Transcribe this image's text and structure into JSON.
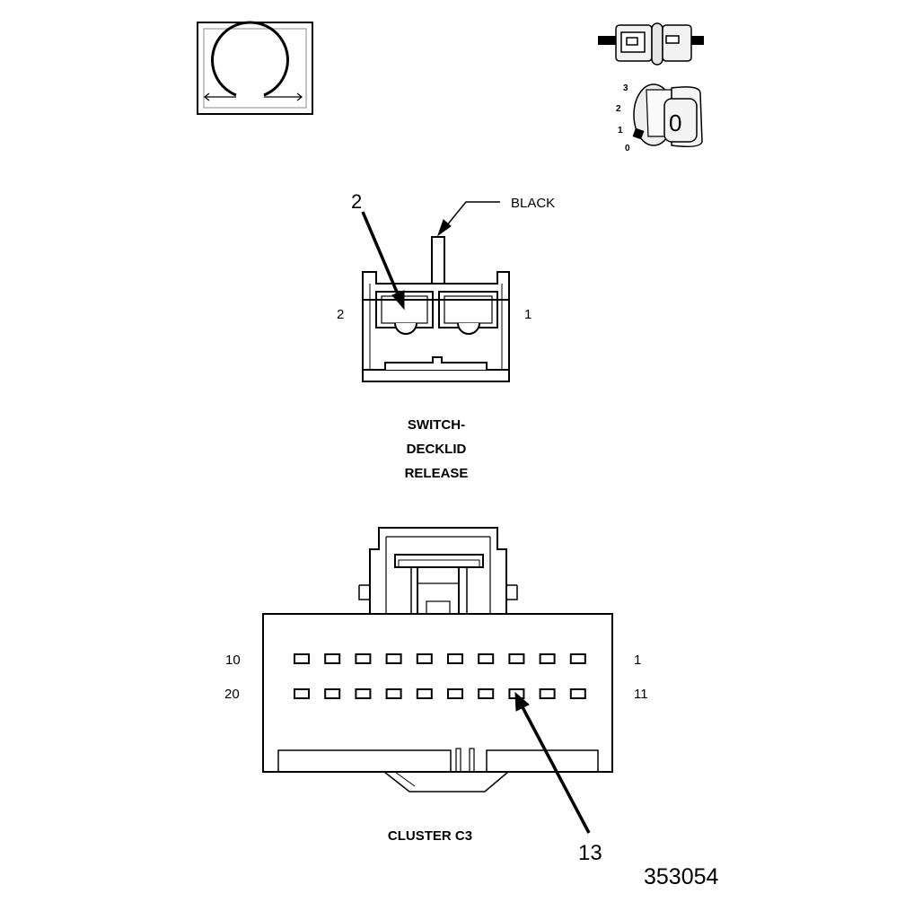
{
  "symbols": {
    "ohmmeter": "ohm-symbol-icon",
    "ignition_switch": "ignition-switch-icon",
    "key_positions": [
      "3",
      "2",
      "1",
      "0"
    ],
    "key_label": "0"
  },
  "switch_connector": {
    "wire_color": "BLACK",
    "callout_pin": "2",
    "pin_left": "2",
    "pin_right": "1",
    "title_lines": [
      "SWITCH-",
      "DECKLID",
      "RELEASE"
    ]
  },
  "cluster_connector": {
    "row_top_left": "10",
    "row_top_right": "1",
    "row_bottom_left": "20",
    "row_bottom_right": "11",
    "callout_pin": "13",
    "title": "CLUSTER C3"
  },
  "figure_id": "353054"
}
